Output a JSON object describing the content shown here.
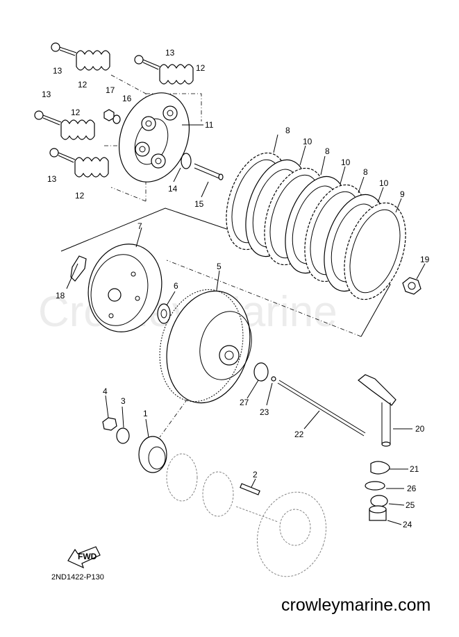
{
  "diagram": {
    "labels": {
      "p1": "1",
      "p2": "2",
      "p3": "3",
      "p4": "4",
      "p5": "5",
      "p6": "6",
      "p7": "7",
      "p8": "8",
      "p9": "9",
      "p10": "10",
      "p11": "11",
      "p12": "12",
      "p13": "13",
      "p14": "14",
      "p15": "15",
      "p16": "16",
      "p17": "17",
      "p18": "18",
      "p19": "19",
      "p20": "20",
      "p21": "21",
      "p22": "22",
      "p23": "23",
      "p24": "24",
      "p25": "25",
      "p26": "26",
      "p27": "27"
    },
    "fwd_label": "FWD",
    "drawing_code": "2ND1422-P130",
    "watermark": "Crowley Marine",
    "website": "crowleymarine.com"
  }
}
